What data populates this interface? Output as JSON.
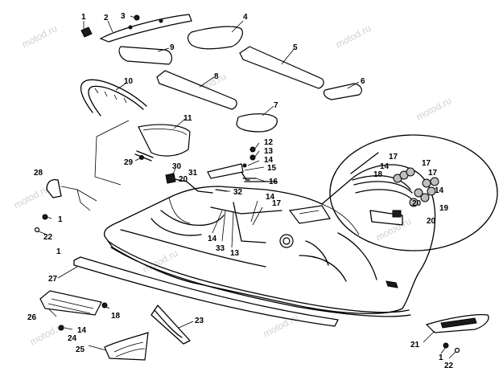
{
  "watermark": "motod.ru",
  "callouts": {
    "c1a": "1",
    "c2": "2",
    "c3": "3",
    "c4": "4",
    "c5": "5",
    "c6": "6",
    "c7": "7",
    "c8": "8",
    "c9": "9",
    "c10": "10",
    "c11": "11",
    "c12": "12",
    "c13a": "13",
    "c14a": "14",
    "c15": "15",
    "c16": "16",
    "c17a": "17",
    "c14b": "14",
    "c17b": "17",
    "c17c": "17",
    "c14c": "14",
    "c18a": "18",
    "c19": "19",
    "c20a": "20",
    "c20b": "20",
    "c28": "28",
    "c1b": "1",
    "c22a": "22",
    "c29": "29",
    "c30": "30",
    "c31": "31",
    "c32": "32",
    "c14d": "14",
    "c33": "33",
    "c13b": "13",
    "c27": "27",
    "c18b": "18",
    "c26": "26",
    "c14e": "14",
    "c24": "24",
    "c25": "25",
    "c23": "23",
    "c21": "21",
    "c1c": "1",
    "c22b": "22"
  }
}
